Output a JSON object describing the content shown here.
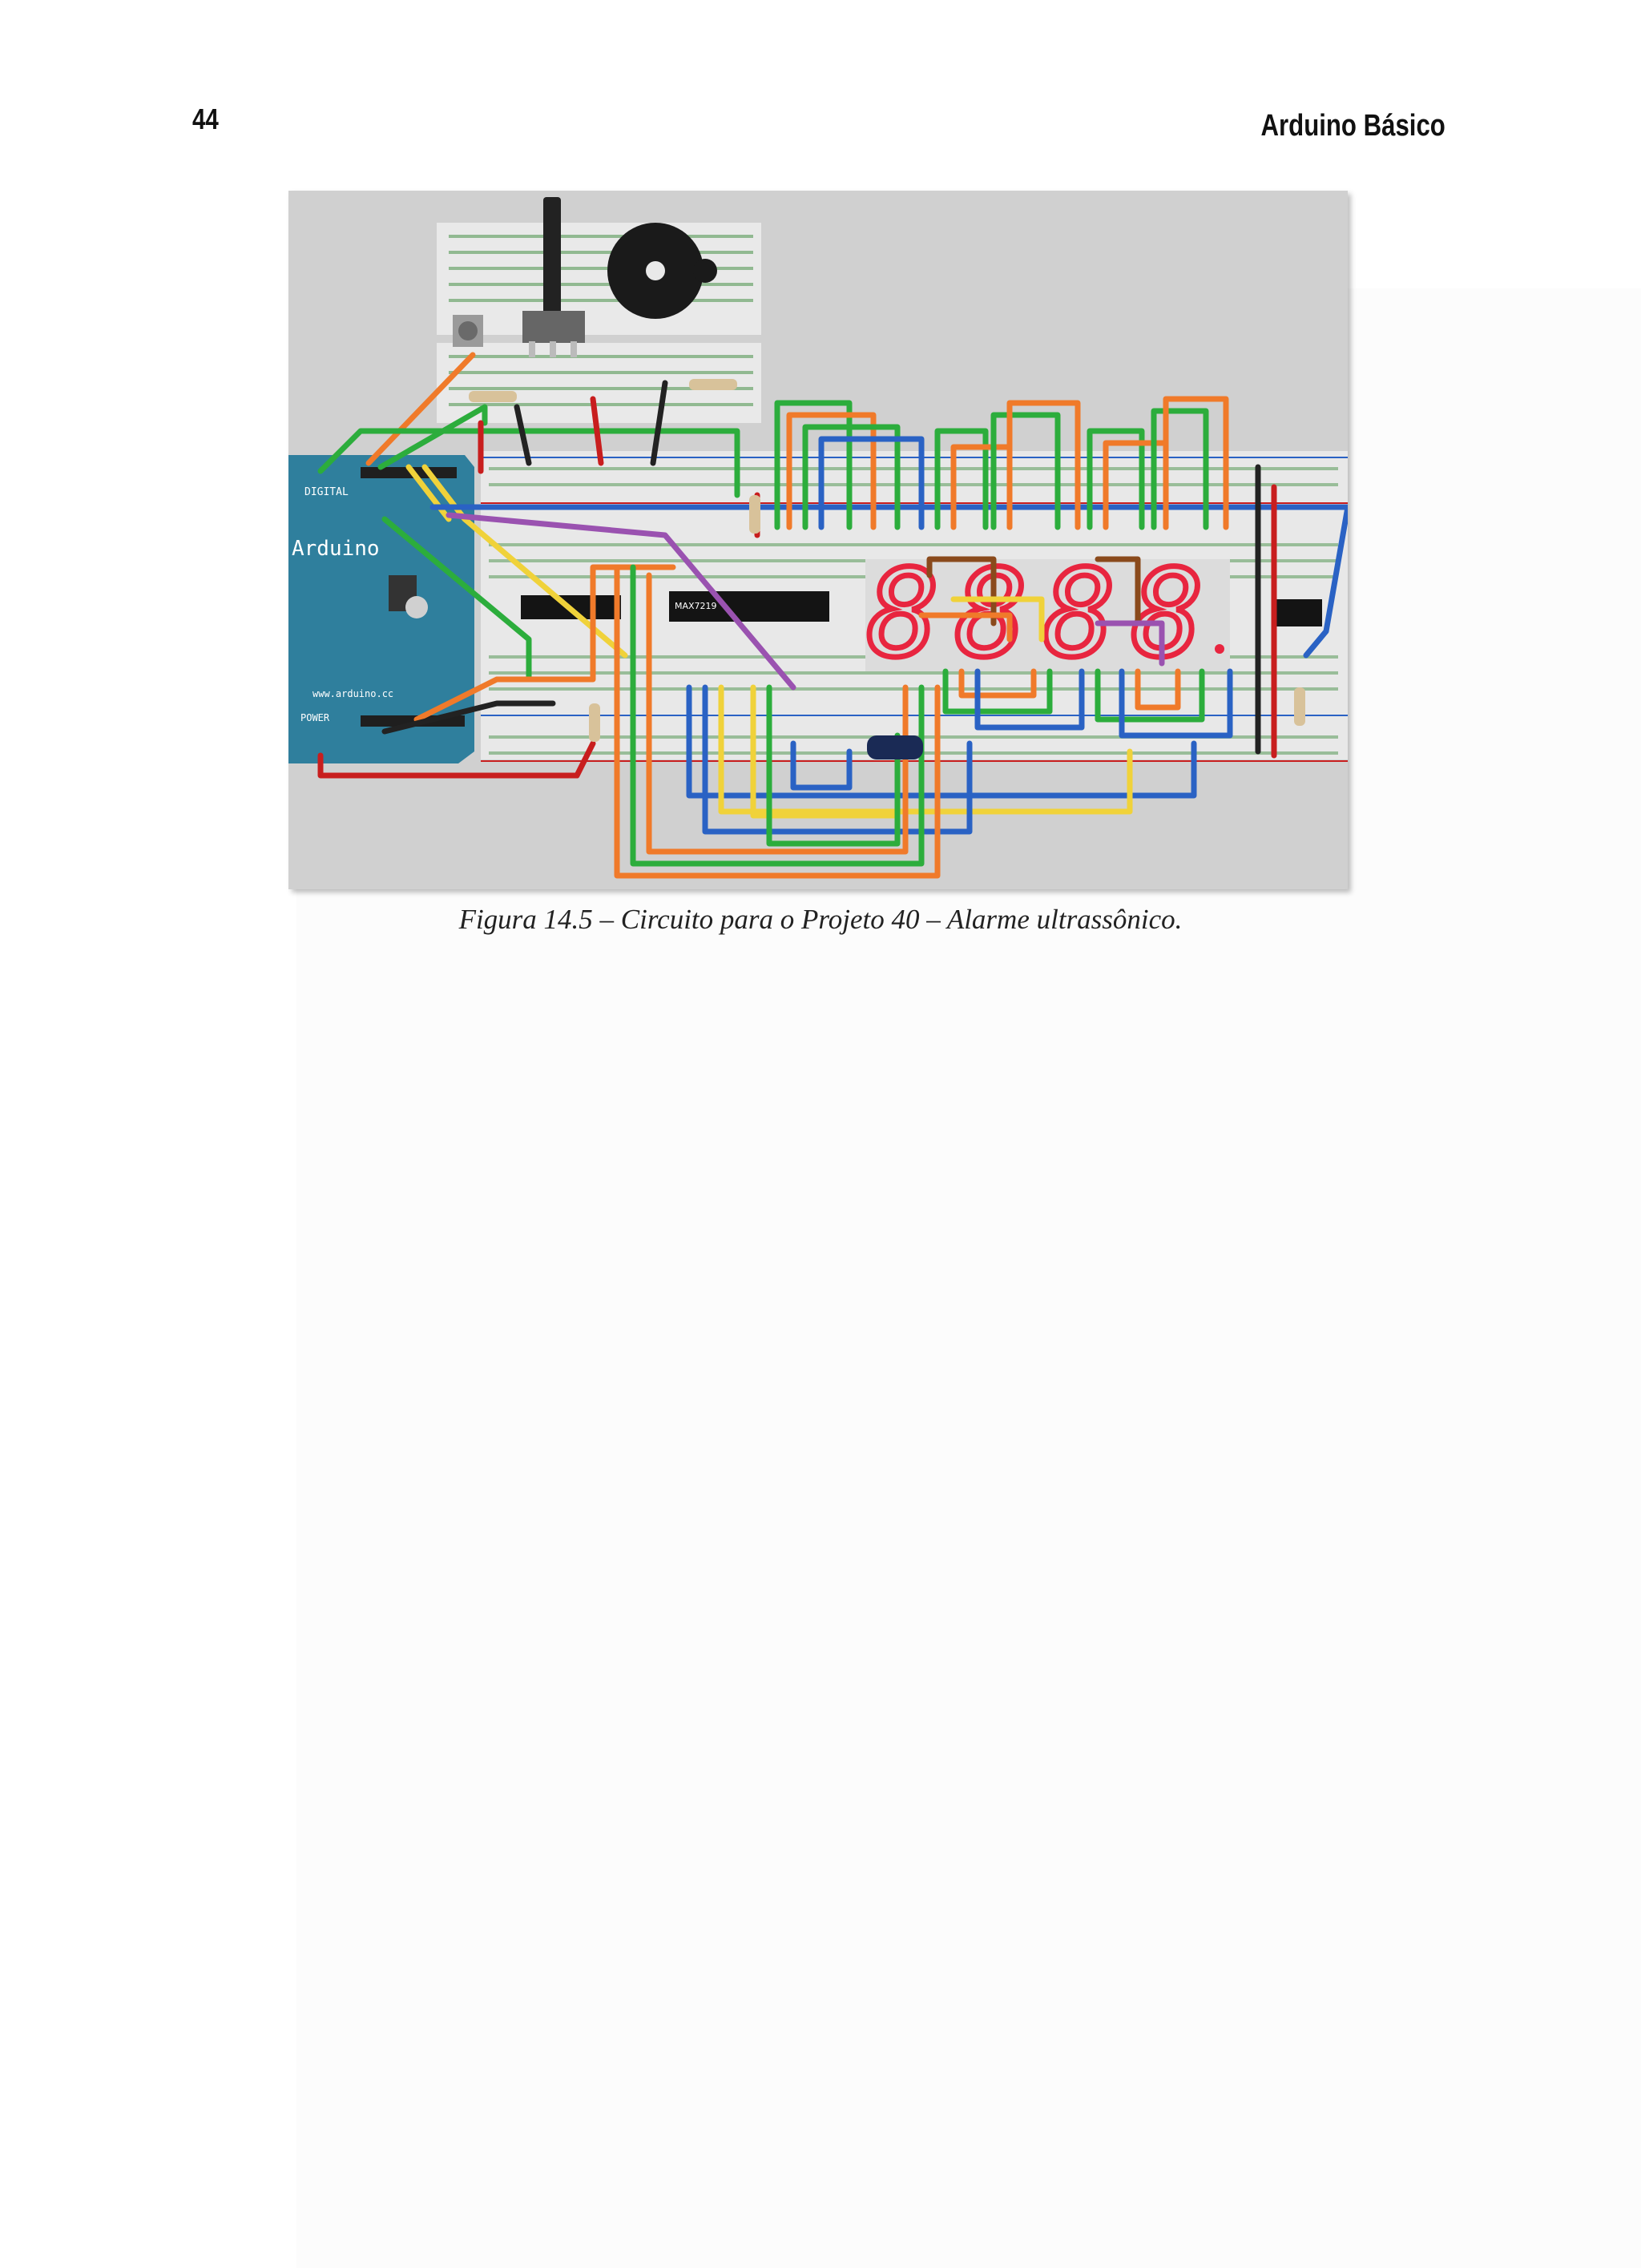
{
  "header": {
    "page_number": "44",
    "book_title": "Arduino Básico"
  },
  "figure": {
    "board_label": "Arduino",
    "board_url": "www.arduino.cc",
    "pin_header_label": "DIGITAL",
    "power_label": "POWER",
    "chip_labels": [
      "MAX7219"
    ],
    "display_digits": [
      "8",
      "8",
      "8",
      "8"
    ],
    "colors": {
      "background": "#d0d0d0",
      "arduino_blue": "#2f7f9d",
      "breadboard": "#e8e8e8",
      "segment_red": "#e8253f",
      "wire_orange": "#f07a2a",
      "wire_green": "#2cad3c",
      "wire_blue": "#2a62c4",
      "wire_yellow": "#f0d23a",
      "wire_brown": "#8a4a1c",
      "wire_purple": "#9a52b0",
      "wire_red": "#c81e1e",
      "wire_black": "#222222"
    }
  },
  "caption": "Figura 14.5 – Circuito para o Projeto 40 – Alarme ultrassônico."
}
